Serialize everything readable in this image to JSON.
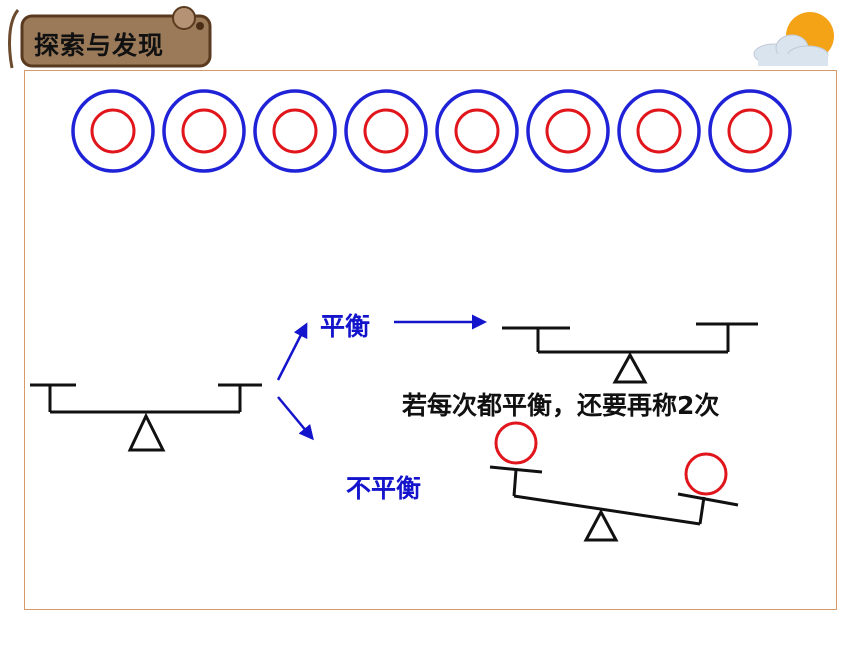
{
  "header": {
    "title": "探索与发现"
  },
  "balance_diagram": {
    "coin_count": 8,
    "branch_balanced_label": "平衡",
    "branch_unbalanced_label": "不平衡",
    "note": "若每次都平衡，还要再称2次",
    "unbalanced_pan_coins": 2
  },
  "colors": {
    "title_box": "#9b7a5a",
    "outer_ring": "#1f22d6",
    "inner_ring": "#e0161c",
    "arrow": "#1414cc",
    "frame_border": "#d79a6a",
    "sun": "#f5a316",
    "cloud": "#d9e4ee"
  }
}
